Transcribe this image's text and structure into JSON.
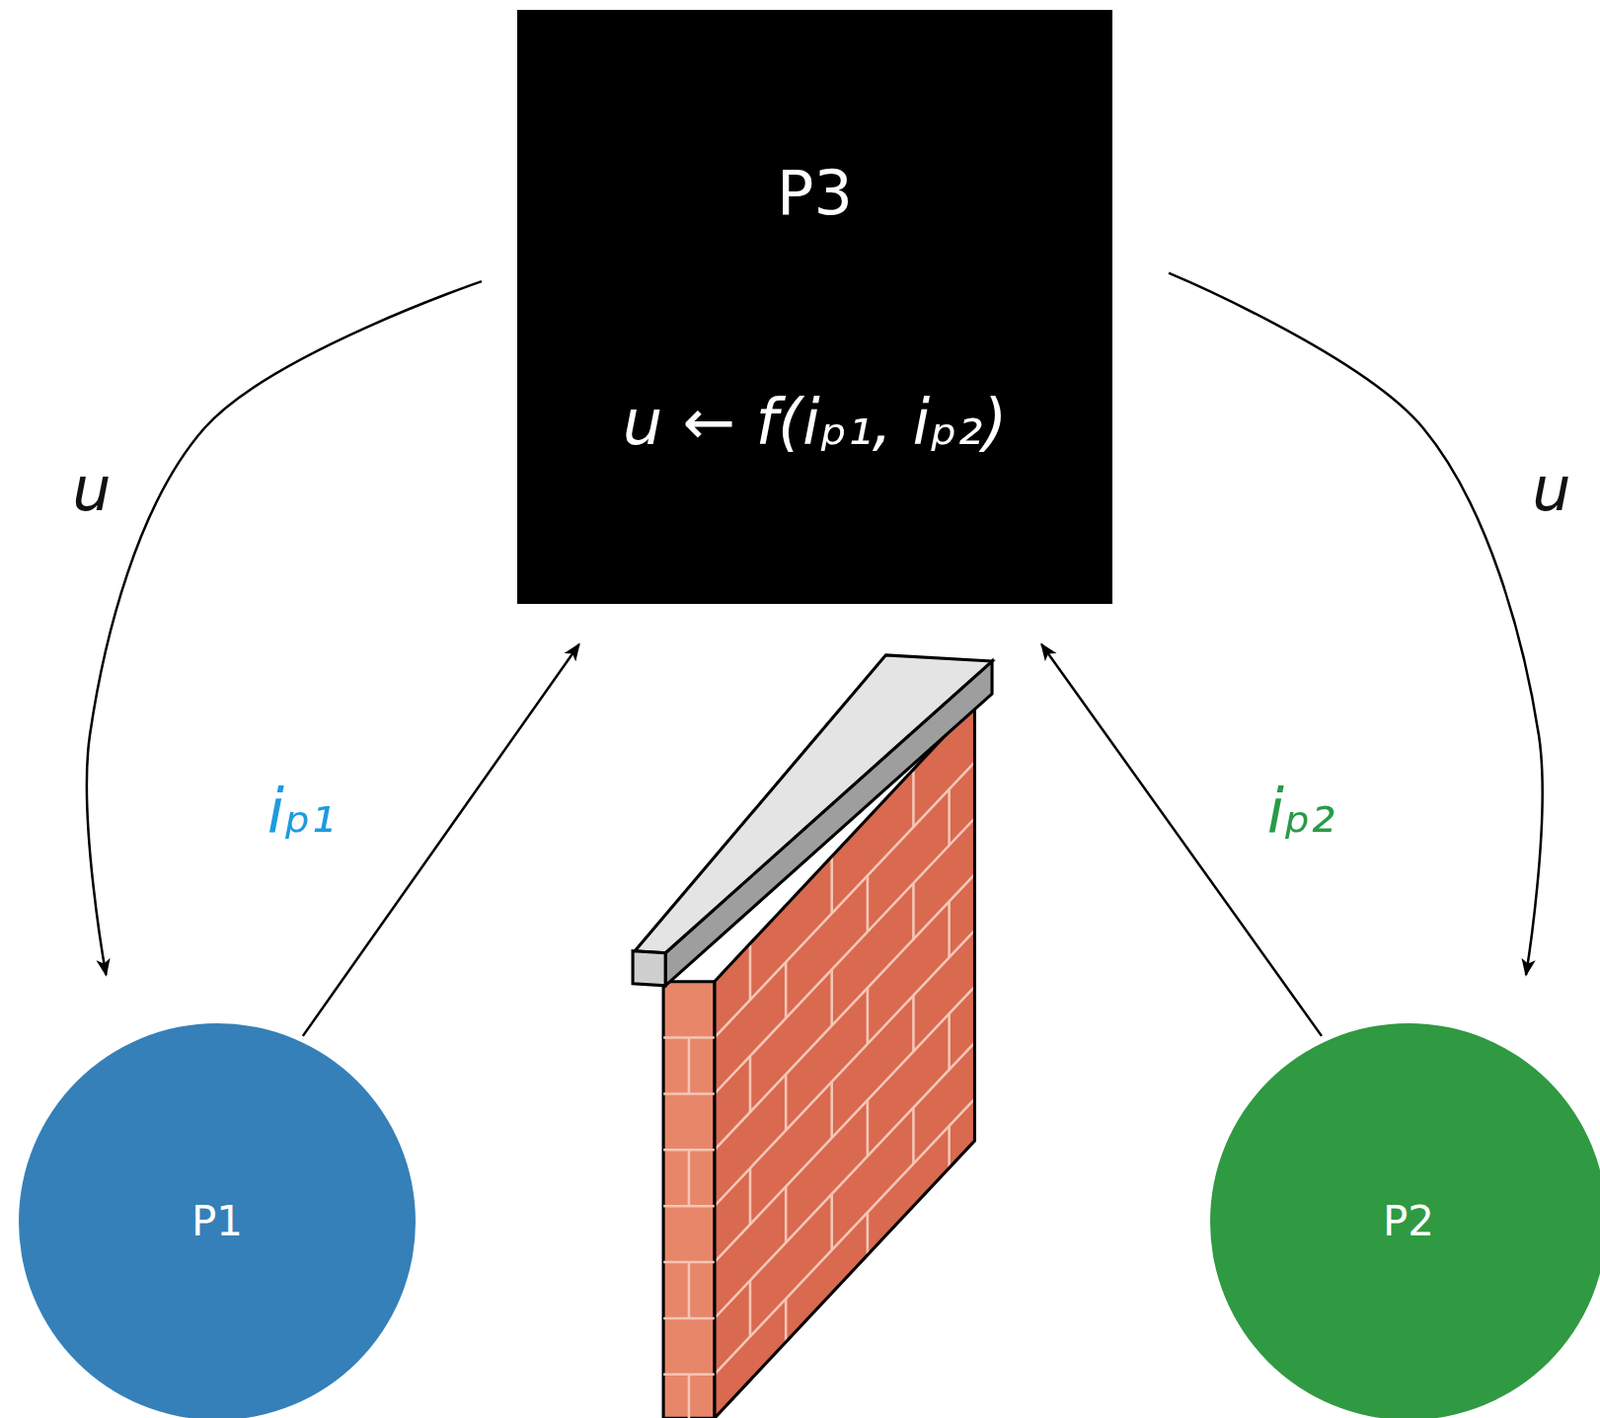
{
  "diagram": {
    "nodes": [
      {
        "text": [
          "P3",
          "u ← f(iₚ₁, iₚ₂)"
        ]
      },
      {
        "text": [
          "P1"
        ]
      },
      {
        "text": [
          "P2"
        ]
      }
    ],
    "edges": [
      {
        "from": 0,
        "to": 1,
        "arrow": "to",
        "label": "u"
      },
      {
        "from": 1,
        "to": 0,
        "arrow": "to",
        "label": "iₚ₁"
      },
      {
        "from": 2,
        "to": 0,
        "arrow": "to",
        "label": "iₚ₂"
      },
      {
        "from": 0,
        "to": 2,
        "arrow": "to",
        "label": "u"
      }
    ]
  }
}
